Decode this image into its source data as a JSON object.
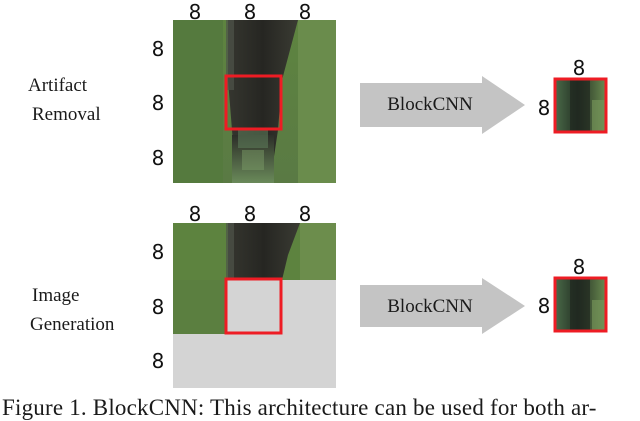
{
  "rows": [
    {
      "label_lines": [
        "Artifact",
        "Removal"
      ],
      "arrow_label": "BlockCNN",
      "top_labels": [
        "8",
        "8",
        "8"
      ],
      "side_labels": [
        "8",
        "8",
        "8"
      ],
      "output_top_label": "8",
      "output_side_label": "8"
    },
    {
      "label_lines": [
        "Image",
        "Generation"
      ],
      "arrow_label": "BlockCNN",
      "top_labels": [
        "8",
        "8",
        "8"
      ],
      "side_labels": [
        "8",
        "8",
        "8"
      ],
      "output_top_label": "8",
      "output_side_label": "8"
    }
  ],
  "caption": "Figure 1.   BlockCNN: This architecture can be used for both ar-",
  "colors": {
    "highlight": "#ee1c24",
    "arrow": "#c4c4c4",
    "masked": "#d4d4d4",
    "grass": "#5b7d41",
    "dark": "#2a2a28"
  }
}
